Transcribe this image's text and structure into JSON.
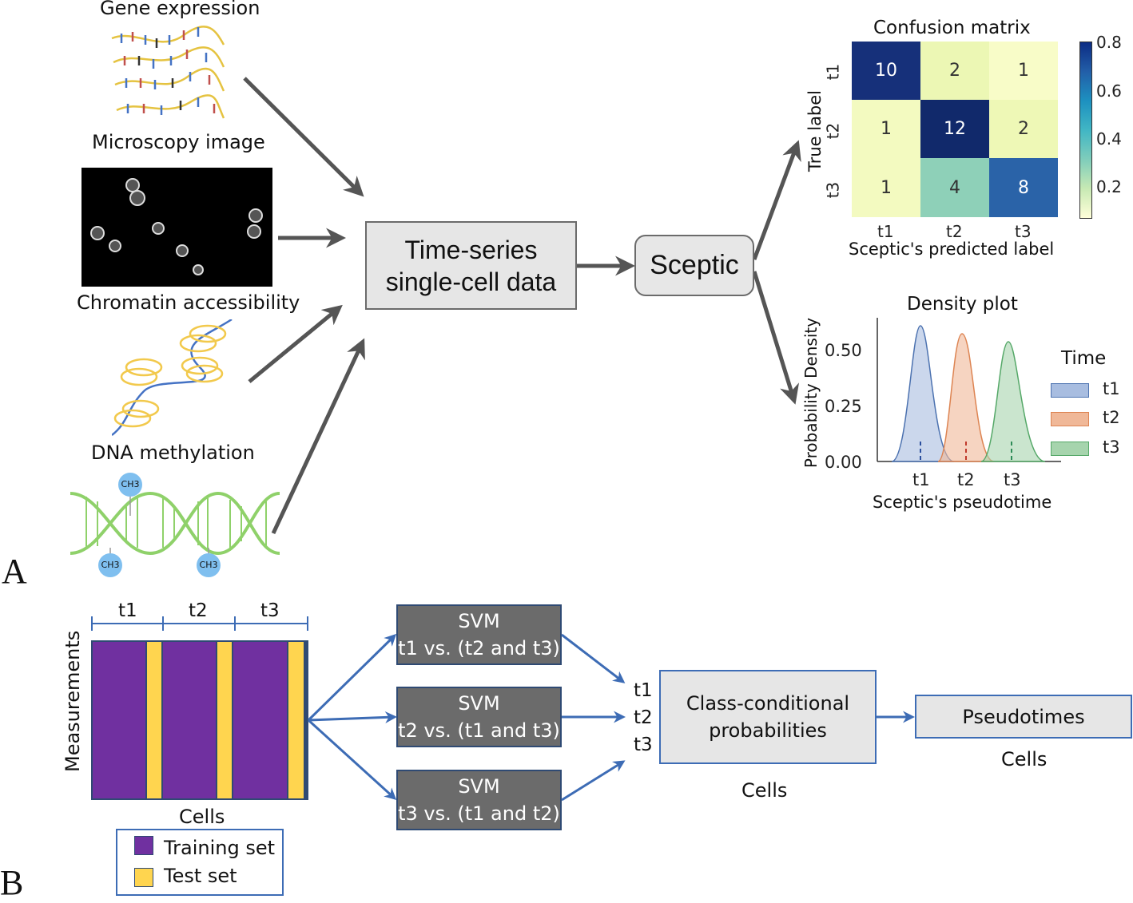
{
  "panel_a": {
    "letter": "A",
    "inputs": {
      "gene_expression": "Gene expression",
      "microscopy": "Microscopy image",
      "chromatin": "Chromatin accessibility",
      "dna_methylation": "DNA methylation",
      "ch3": "CH3"
    },
    "data_box": [
      "Time-series",
      "single-cell data"
    ],
    "method_box": "Sceptic",
    "confusion_matrix": {
      "title": "Confusion matrix",
      "ylabel": "True label",
      "xlabel": "Sceptic's predicted label",
      "rows": [
        "t1",
        "t2",
        "t3"
      ],
      "cols": [
        "t1",
        "t2",
        "t3"
      ],
      "values": [
        [
          10,
          2,
          1
        ],
        [
          1,
          12,
          2
        ],
        [
          1,
          4,
          8
        ]
      ],
      "cell_colors": [
        [
          "#16307a",
          "#ecf7b4",
          "#f8fcc8"
        ],
        [
          "#f3fac0",
          "#11296b",
          "#eef8b6"
        ],
        [
          "#f3fac0",
          "#8ed0b8",
          "#2a63a8"
        ]
      ],
      "cell_text_colors": [
        [
          "#ffffff",
          "#333333",
          "#333333"
        ],
        [
          "#333333",
          "#ffffff",
          "#333333"
        ],
        [
          "#333333",
          "#333333",
          "#ffffff"
        ]
      ],
      "colorbar_ticks": [
        "0.8",
        "0.6",
        "0.4",
        "0.2"
      ]
    },
    "density_plot": {
      "title": "Density plot",
      "ylabel": "Probability Density",
      "xlabel": "Sceptic's pseudotime",
      "yticks": [
        "0.50",
        "0.25",
        "0.00"
      ],
      "xticks": [
        "t1",
        "t2",
        "t3"
      ],
      "legend_title": "Time",
      "legend": [
        "t1",
        "t2",
        "t3"
      ],
      "colors": {
        "t1": "#4c72b0",
        "t2": "#dd8452",
        "t3": "#55a868"
      }
    }
  },
  "panel_b": {
    "letter": "B",
    "time_labels": [
      "t1",
      "t2",
      "t3"
    ],
    "ylabel": "Measurements",
    "xlabel": "Cells",
    "legend": [
      "Training set",
      "Test set"
    ],
    "colors": {
      "train": "#7030a0",
      "test": "#ffd54f",
      "arrow": "#3d6cb5"
    },
    "svm_title": "SVM",
    "svm_rules": [
      "t1 vs. (t2 and t3)",
      "t2 vs. (t1 and t3)",
      "t3 vs. (t1 and t2)"
    ],
    "prob_box": [
      "Class-conditional",
      "probabilities"
    ],
    "prob_xlabel": "Cells",
    "pseudo_box": "Pseudotimes",
    "pseudo_xlabel": "Cells"
  }
}
